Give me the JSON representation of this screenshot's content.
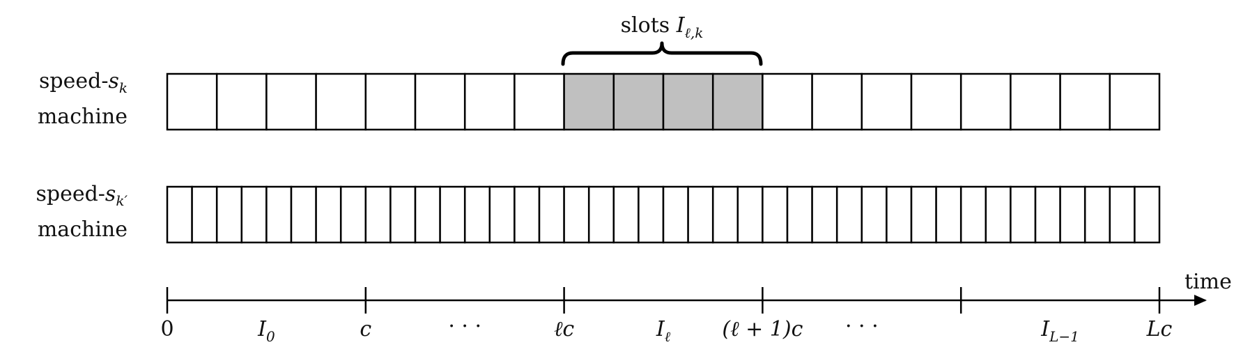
{
  "brace_label": {
    "text": "slots ",
    "var": "I",
    "sub": "ℓ,k"
  },
  "machines": [
    {
      "line1": {
        "text": "speed-",
        "var": "s",
        "sub": "k"
      },
      "line2": "machine",
      "slots": 20,
      "highlight": [
        8,
        9,
        10,
        11
      ]
    },
    {
      "line1": {
        "text": "speed-",
        "var": "s",
        "sub": "k′"
      },
      "line2": "machine",
      "slots": 40,
      "highlight": []
    }
  ],
  "axis": {
    "label": "time",
    "ticks": [
      "0",
      "c",
      "ℓc",
      "(ℓ + 1)c",
      "",
      "Lc"
    ],
    "intervals": [
      {
        "var": "I",
        "sub": "0"
      },
      {
        "dots": "· · ·"
      },
      {
        "var": "I",
        "sub": "ℓ"
      },
      {
        "dots": "· · ·"
      },
      {
        "var": "I",
        "sub": "L−1"
      }
    ]
  }
}
